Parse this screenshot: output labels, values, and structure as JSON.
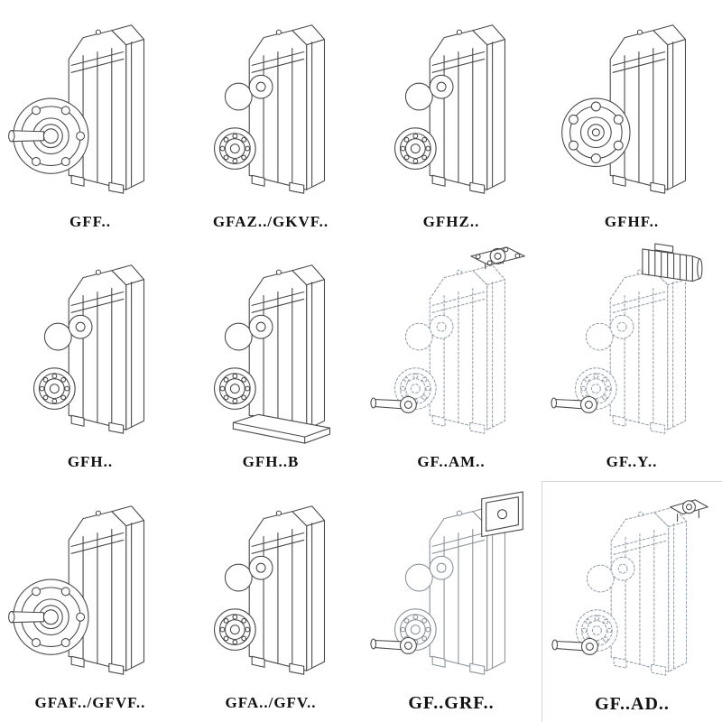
{
  "page": {
    "background": "#ffffff",
    "line_color": "#4a4a4a",
    "ghost_line_color": "#99a1aa",
    "label_color": "#111111"
  },
  "catalog": {
    "items": [
      {
        "label": "GFF..",
        "drawing": "gearbox-output-flange-with-shaft-icon"
      },
      {
        "label": "GFAZ../GKVF..",
        "drawing": "gearbox-shaft-mounted-bores-icon"
      },
      {
        "label": "GFHZ..",
        "drawing": "gearbox-hollow-shaft-bores-icon"
      },
      {
        "label": "GFHF..",
        "drawing": "gearbox-hollow-shaft-flange-icon"
      },
      {
        "label": "GFH..",
        "drawing": "gearbox-hollow-shaft-bearing-icon"
      },
      {
        "label": "GFH..B",
        "drawing": "gearbox-hollow-shaft-baseplate-icon"
      },
      {
        "label": "GF..AM..",
        "drawing": "gearbox-ghost-iec-adapter-flange-icon"
      },
      {
        "label": "GF..Y..",
        "drawing": "gearbox-ghost-mounted-motor-icon"
      },
      {
        "label": "GFAF../GFVF..",
        "drawing": "gearbox-output-flange-with-shaft-icon"
      },
      {
        "label": "GFA../GFV..",
        "drawing": "gearbox-shaft-mounted-bores-icon"
      },
      {
        "label": "GF..GRF..",
        "drawing": "gearbox-top-cover-box-icon"
      },
      {
        "label": "GF..AD..",
        "drawing": "gearbox-ghost-input-adapter-icon"
      }
    ]
  }
}
